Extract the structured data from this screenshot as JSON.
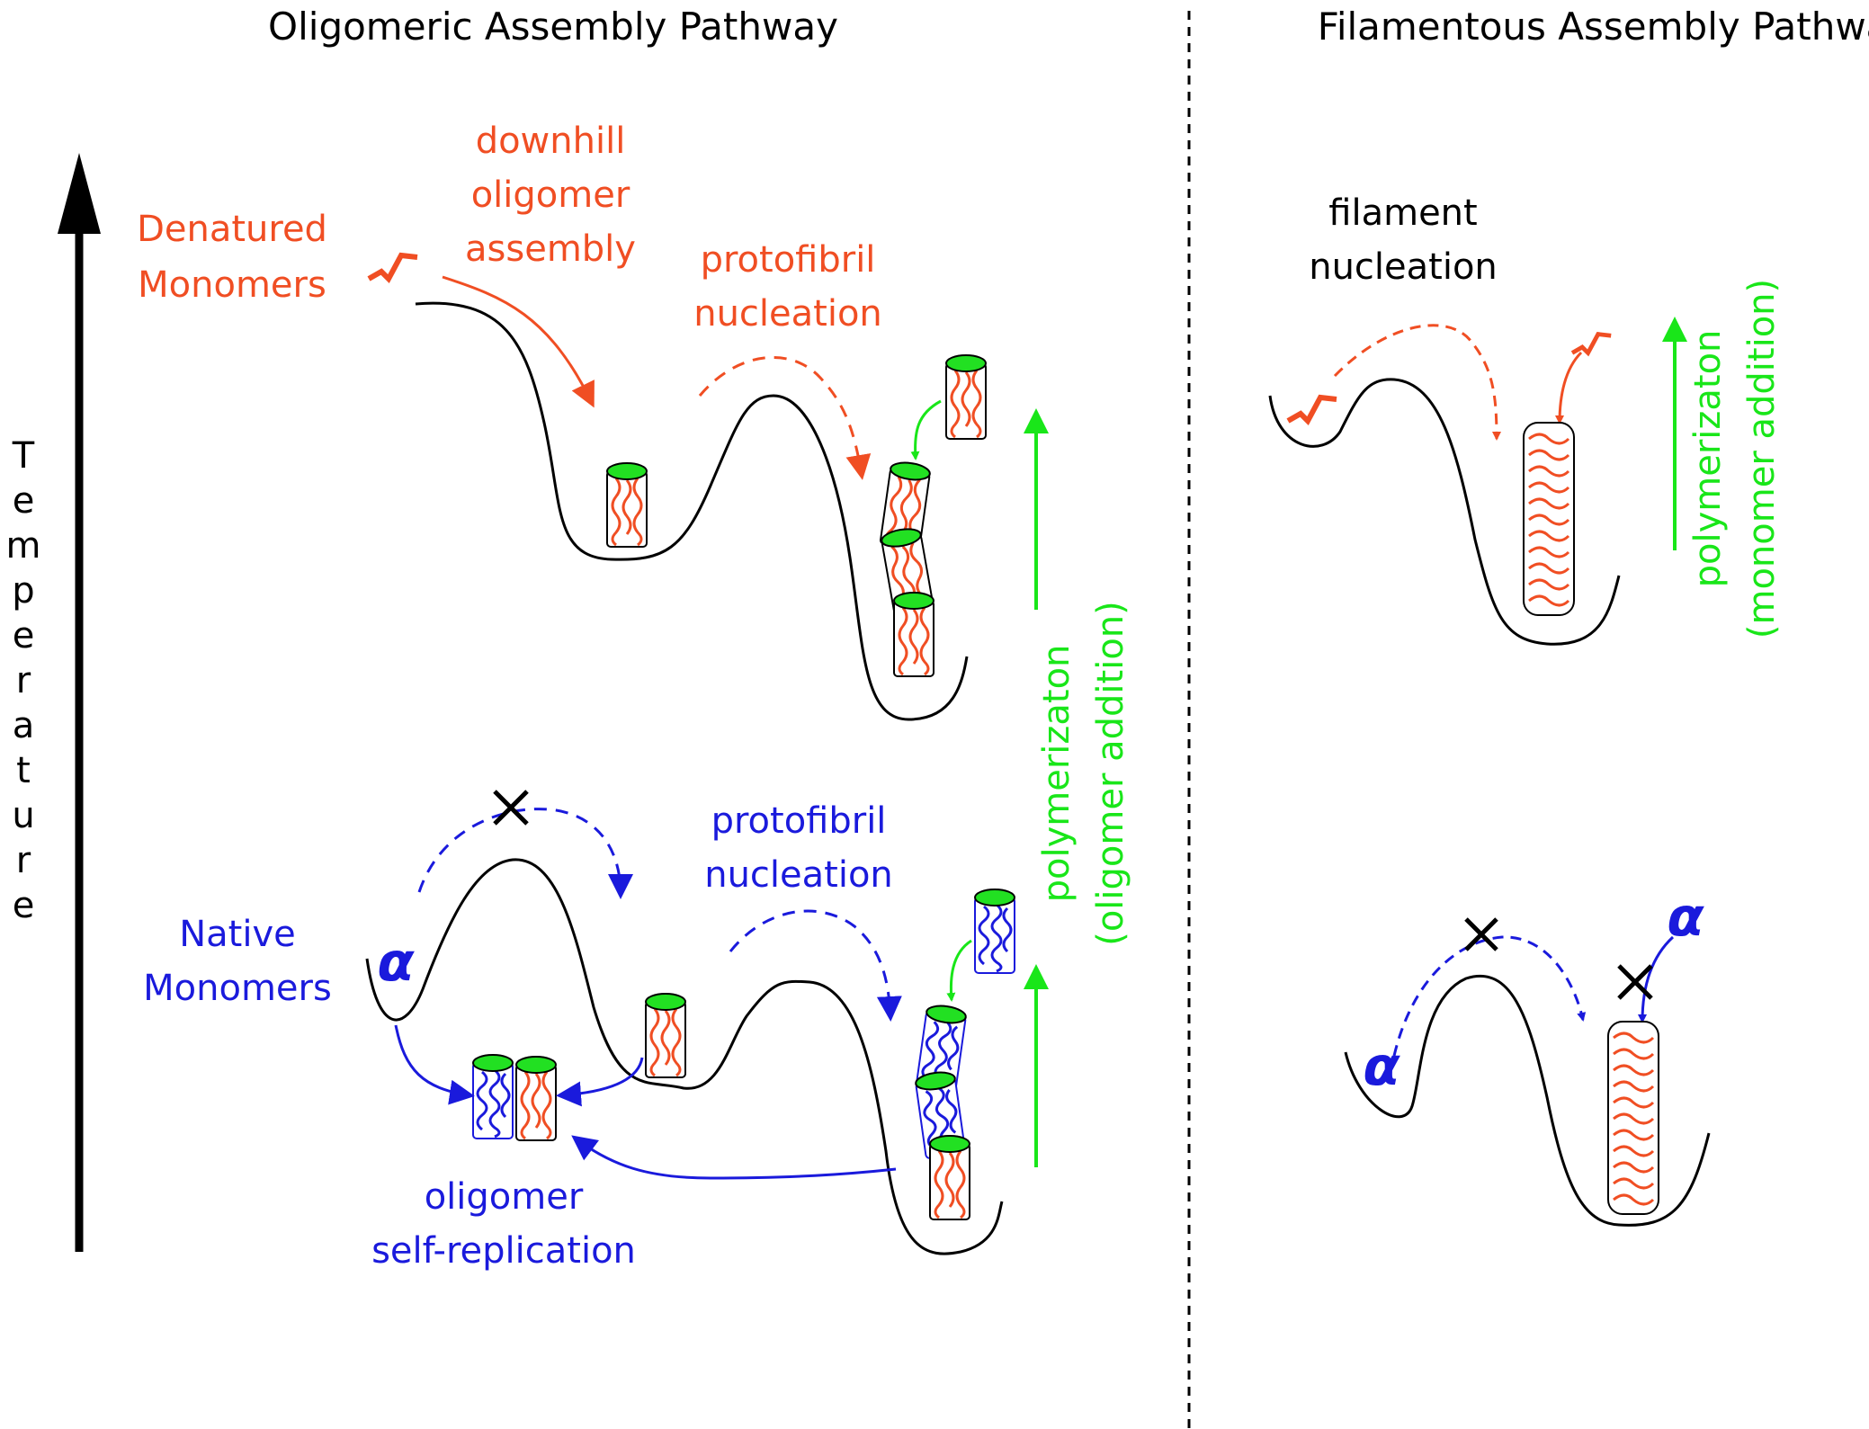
{
  "colors": {
    "denatured": "#f04e23",
    "native": "#1a1adc",
    "polymer": "#19e619",
    "ink": "#000000",
    "cap": "#22e022"
  },
  "titles": {
    "left": "Oligomeric Assembly Pathway",
    "right": "Filamentous Assembly Pathway"
  },
  "axis": {
    "letters": [
      "T",
      "e",
      "m",
      "p",
      "e",
      "r",
      "a",
      "t",
      "u",
      "r",
      "e"
    ]
  },
  "labels": {
    "denatured_1": "Denatured",
    "denatured_2": "Monomers",
    "downhill_1": "downhill",
    "downhill_2": "oligomer",
    "downhill_3": "assembly",
    "protofibril_top_1": "protofibril",
    "protofibril_top_2": "nucleation",
    "native_1": "Native",
    "native_2": "Monomers",
    "protofibril_bot_1": "protofibril",
    "protofibril_bot_2": "nucleation",
    "oligomer_1": "oligomer",
    "oligomer_2": "self-replication",
    "poly_olig_1": "polymerizaton",
    "poly_olig_2": "(oligomer addition)",
    "filament_1": "filament",
    "filament_2": "nucleation",
    "poly_mono_1": "polymerizaton",
    "poly_mono_2": "(monomer addition)",
    "alpha": "α"
  }
}
